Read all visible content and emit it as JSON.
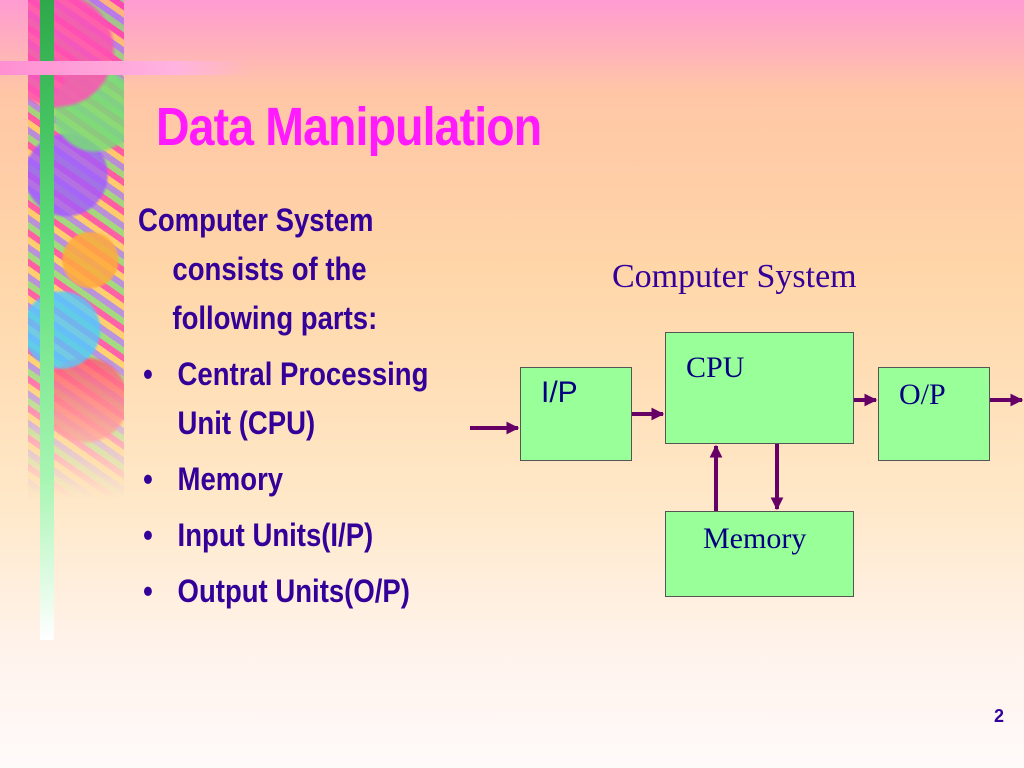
{
  "title": "Data Manipulation",
  "intro_text": "Computer System consists of the following parts:",
  "bullet_glyph": "•",
  "bullets": [
    "Central Processing Unit (CPU)",
    "Memory",
    "Input Units(I/P)",
    "Output Units(O/P)"
  ],
  "diagram": {
    "title": "Computer System",
    "boxes": {
      "input": "I/P",
      "cpu": "CPU",
      "output": "O/P",
      "memory": "Memory"
    }
  },
  "page_number": "2",
  "colors": {
    "title": "#ff1aff",
    "body_text": "#330099",
    "box_fill": "#99ff99",
    "arrow": "#660066",
    "box_text": "#000080"
  }
}
